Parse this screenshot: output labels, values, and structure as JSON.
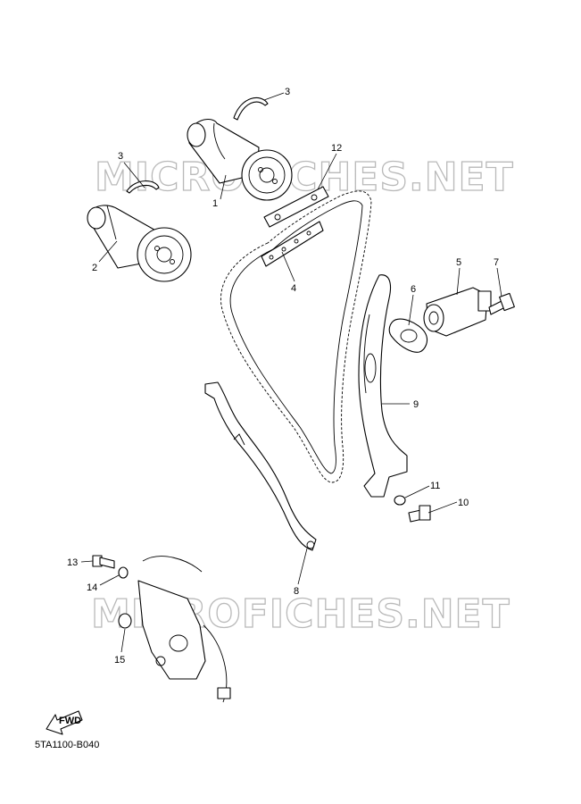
{
  "watermarks": [
    "MICROFICHES.NET",
    "MICROFICHES.NET"
  ],
  "callouts": [
    "1",
    "2",
    "3",
    "3",
    "4",
    "5",
    "6",
    "7",
    "8",
    "9",
    "10",
    "11",
    "12",
    "13",
    "14",
    "15"
  ],
  "fwd_label": "FWD",
  "diagram_code": "5TA1100-B040",
  "colors": {
    "line": "#000000",
    "watermark_stroke": "#b9b9b9",
    "background": "#ffffff"
  }
}
